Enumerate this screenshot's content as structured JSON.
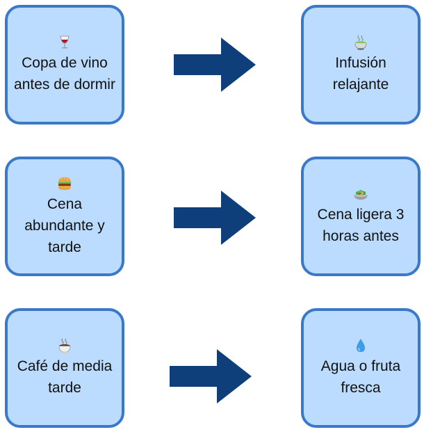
{
  "pairs": [
    {
      "from": {
        "icon": "wine-glass-icon",
        "label": "Copa de vino antes de dormir"
      },
      "to": {
        "icon": "green-tea-bowl-icon",
        "label": "Infusión relajante"
      }
    },
    {
      "from": {
        "icon": "hamburger-icon",
        "label": "Cena abundante y tarde"
      },
      "to": {
        "icon": "salad-icon",
        "label": "Cena ligera 3 horas antes"
      }
    },
    {
      "from": {
        "icon": "coffee-cup-icon",
        "label": "Café de media tarde"
      },
      "to": {
        "icon": "water-drop-icon",
        "label": "Agua o fruta fresca"
      }
    }
  ],
  "colors": {
    "card_fill": "#bcdcff",
    "card_border": "#3a78c8",
    "arrow": "#0f3f7a",
    "text": "#111111"
  }
}
